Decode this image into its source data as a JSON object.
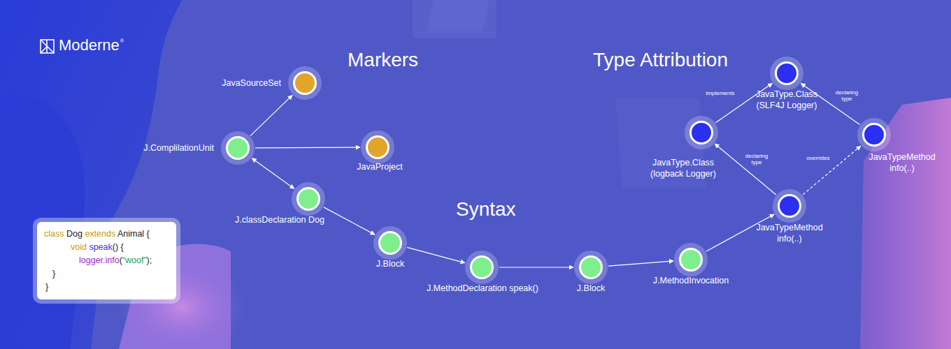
{
  "diagram": {
    "nodes": [
      {
        "text": [
          "JavaSourceSet"
        ]
      },
      {
        "text": [
          "J.ComplilationUnit"
        ]
      },
      {
        "text": [
          "JavaProject"
        ]
      },
      {
        "text": [
          "J.classDeclaration Dog"
        ]
      },
      {
        "text": [
          "J.Block"
        ]
      },
      {
        "text": [
          "J.MethodDeclaration speak()"
        ]
      },
      {
        "text": [
          "J.Block"
        ]
      },
      {
        "text": [
          "J.MethodInvocation"
        ]
      },
      {
        "text": [
          "JavaTypeMethod info(..)"
        ]
      },
      {
        "text": [
          "JavaType.Class (logback Logger)"
        ]
      },
      {
        "text": [
          "JavaType.Class (SLF4J Logger)"
        ]
      },
      {
        "text": [
          "JavaTypeMethod info(..)"
        ]
      },
      {
        "text": [
          "class Dog extends Animal {",
          "void speak() {",
          "logger.info(“woof”);",
          "}",
          "}"
        ]
      }
    ],
    "edges": [
      {
        "from": 1,
        "to": 0,
        "arrow": "to"
      },
      {
        "from": 1,
        "to": 2,
        "arrow": "to"
      },
      {
        "from": 1,
        "to": 3,
        "arrow": "both"
      },
      {
        "from": 3,
        "to": 4,
        "arrow": "to"
      },
      {
        "from": 4,
        "to": 5,
        "arrow": "to"
      },
      {
        "from": 5,
        "to": 6,
        "arrow": "to"
      },
      {
        "from": 6,
        "to": 7,
        "arrow": "to"
      },
      {
        "from": 7,
        "to": 8,
        "arrow": "to"
      },
      {
        "from": 9,
        "to": 10,
        "label": "implements",
        "arrow": "to"
      },
      {
        "from": 8,
        "to": 9,
        "label": "declaring type",
        "arrow": "to"
      },
      {
        "from": 8,
        "to": 11,
        "label": "overrides",
        "arrow": "to"
      },
      {
        "from": 11,
        "to": 10,
        "label": "declaring type",
        "arrow": "to"
      }
    ],
    "labels": [
      "Moderne",
      "®",
      "Markers",
      "Type Attribution",
      "Syntax"
    ]
  }
}
